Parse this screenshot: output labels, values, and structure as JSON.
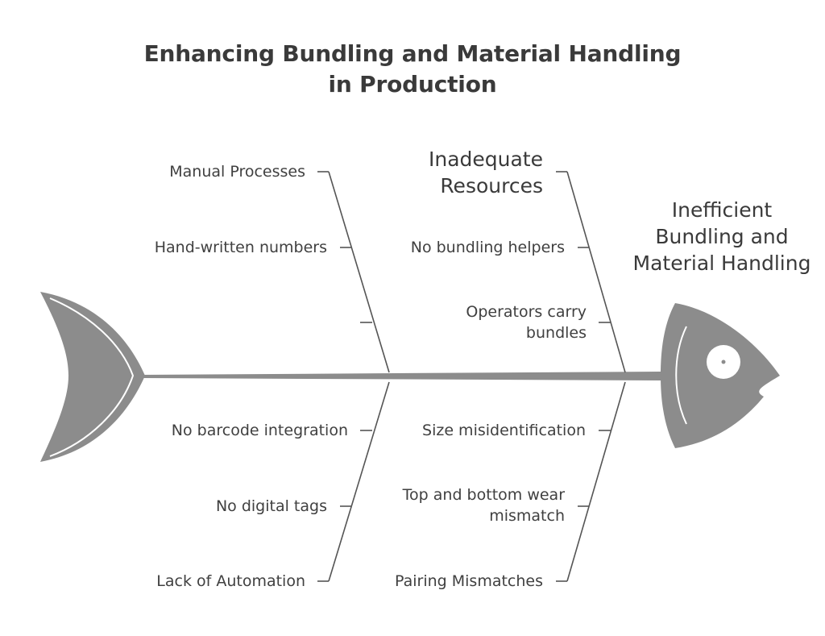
{
  "title": {
    "line1": "Enhancing Bundling and Material Handling",
    "line2": "in Production"
  },
  "effect": {
    "line1": "Inefficient",
    "line2": "Bundling and",
    "line3": "Material Handling"
  },
  "categories": {
    "top_left": {
      "label": "Manual Processes",
      "causes": [
        "Hand-written numbers",
        ""
      ]
    },
    "top_right": {
      "label_line1": "Inadequate",
      "label_line2": "Resources",
      "causes": [
        "No bundling helpers",
        "Operators carry",
        "bundles"
      ]
    },
    "bottom_left": {
      "label": "Lack of Automation",
      "causes": [
        "No barcode integration",
        "No digital tags"
      ]
    },
    "bottom_right": {
      "label": "Pairing Mismatches",
      "causes": [
        "Size misidentification",
        "Top and bottom wear",
        "mismatch"
      ]
    }
  },
  "colors": {
    "fish": "#8c8c8c",
    "line": "#555555",
    "text": "#3a3a3a",
    "background": "#ffffff"
  }
}
